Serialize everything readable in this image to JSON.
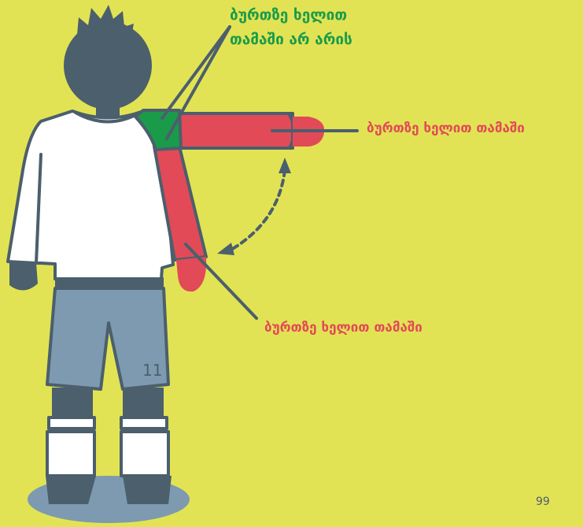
{
  "labels": {
    "not_handball_line1": "ბურთზე ხელით",
    "not_handball_line2": "თამაში არ არის",
    "handball_raised_arm": "ბურთზე ხელით თამაში",
    "handball_lowered_arm": "ბურთზე ხელით თამაში"
  },
  "shirt_number": "11",
  "page_number": "99",
  "colors": {
    "background": "#e2e354",
    "outline": "#4b5f6d",
    "handball_zone": "#e24a57",
    "no_handball_zone": "#1a9b4a",
    "shorts": "#7d9ab0",
    "shadow": "#7d9ab0"
  }
}
